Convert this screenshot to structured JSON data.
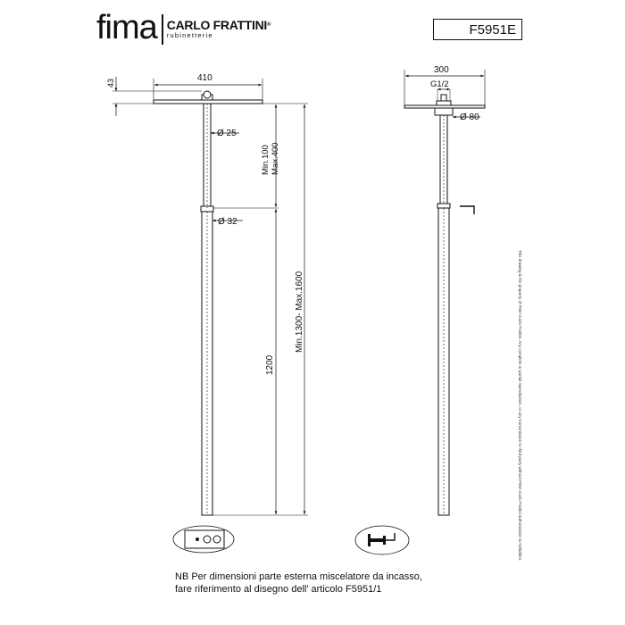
{
  "header": {
    "brand_fima": "fima",
    "brand_carlo_frattini": "CARLO FRATTINI",
    "brand_registered": "®",
    "brand_sub": "rubinetterie",
    "product_code": "F5951E"
  },
  "front_view": {
    "dim_top_height": "43",
    "dim_head_width": "410",
    "dim_upper_pipe_diameter": "Ø 25",
    "dim_lower_pipe_diameter": "Ø 32",
    "dim_extension": "Min.100\nMax.400",
    "dim_extension_line1": "Min.100",
    "dim_extension_line2": "Max.400",
    "dim_lower_length": "1200",
    "dim_total_length": "Min.1300- Max.1600"
  },
  "side_view": {
    "dim_head_width": "300",
    "dim_thread": "G1/2",
    "dim_flange_diameter": "Ø 80"
  },
  "note": {
    "line1": "NB Per dimensioni parte esterna miscelatore da incasso,",
    "line2": "fare riferimento al disegno dell' articolo F5951/1"
  },
  "copyright_text": "This drawing is the property of FIMA Carlo Frattini. Any complete or partial reproduction, or any transmission to third party without FIMA Carlo Frattini authorization is forbidden."
}
